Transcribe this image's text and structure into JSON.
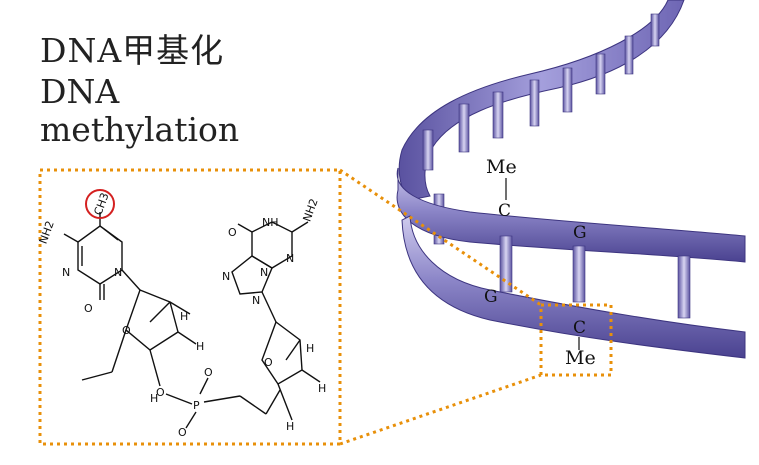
{
  "title": {
    "chinese": "DNA甲基化",
    "english_line1": "DNA",
    "english_line2": "methylation"
  },
  "helix": {
    "labels": {
      "me_top": "Me",
      "c_top": "C",
      "g_right": "G",
      "g_left": "G",
      "c_bottom": "C",
      "me_bottom": "Me"
    }
  },
  "molecule": {
    "methyl_group": "CH3",
    "cytosine_amine": "NH2",
    "guanine_amine": "NH2",
    "atoms": {
      "n": "N",
      "o": "O",
      "h": "H",
      "p": "P",
      "nh": "NH"
    }
  },
  "colors": {
    "helix": "#8c86c8",
    "helix_dark": "#3d3580",
    "dots": "#e8900a",
    "methyl_circle": "#d42020"
  }
}
